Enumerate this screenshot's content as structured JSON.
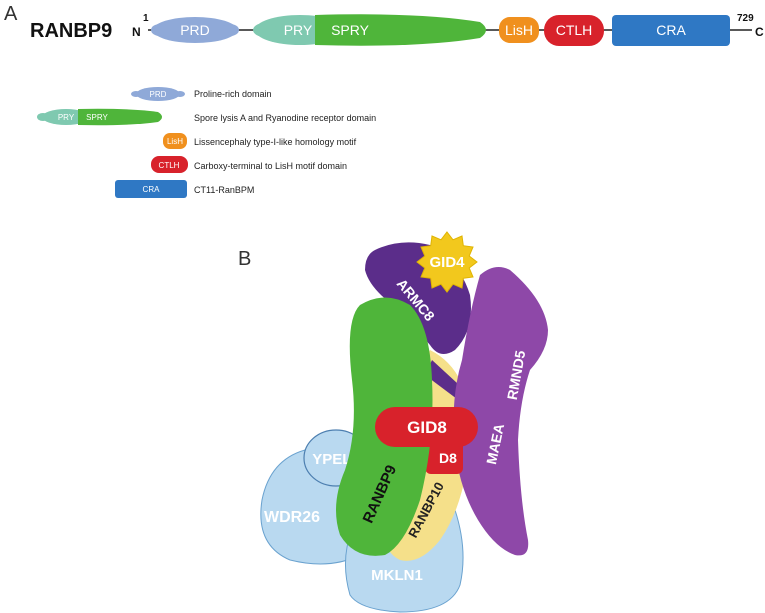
{
  "panel_a": {
    "panel_letter": "A",
    "protein_name": "RANBP9",
    "n_terminus": "N",
    "c_terminus": "C",
    "start_residue": "1",
    "end_residue": "729",
    "domains": {
      "prd": "PRD",
      "pry": "PRY",
      "spry": "SPRY",
      "lish": "LisH",
      "ctlh": "CTLH",
      "cra": "CRA"
    },
    "legend": [
      {
        "key": "prd",
        "label": "PRD",
        "text": "Proline-rich domain"
      },
      {
        "key": "pryspry",
        "label": "PRY",
        "label2": "SPRY",
        "text": "Spore lysis A and Ryanodine receptor domain"
      },
      {
        "key": "lish",
        "label": "LisH",
        "text": "Lissencephaly type-I-like homology motif"
      },
      {
        "key": "ctlh",
        "label": "CTLH",
        "text": "Carboxy-terminal to LisH motif domain"
      },
      {
        "key": "cra",
        "label": "CRA",
        "text": "CT11-RanBPM"
      }
    ]
  },
  "panel_b": {
    "panel_letter": "B",
    "subunits": {
      "gid4": "GID4",
      "armc8": "ARMC8",
      "rmnd5": "RMND5",
      "maea": "MAEA",
      "gid8": "GID8",
      "gid8_back": "D8",
      "ypel5": "YPEL5",
      "ranbp9": "RANBP9",
      "ranbp10": "RANBP10",
      "wdr26": "WDR26",
      "mkln1": "MKLN1"
    }
  },
  "colors": {
    "prd": "#8fa9d8",
    "pry": "#7fc9b0",
    "spry": "#4fb53a",
    "lish": "#f0901e",
    "ctlh": "#d8222b",
    "cra": "#2f78c4",
    "armc8": "#5b2d8a",
    "rmnd5": "#8e48a8",
    "gid4": "#f2c81d",
    "ranbp10": "#f5e08a",
    "light_blue": "#b9d9f0"
  }
}
